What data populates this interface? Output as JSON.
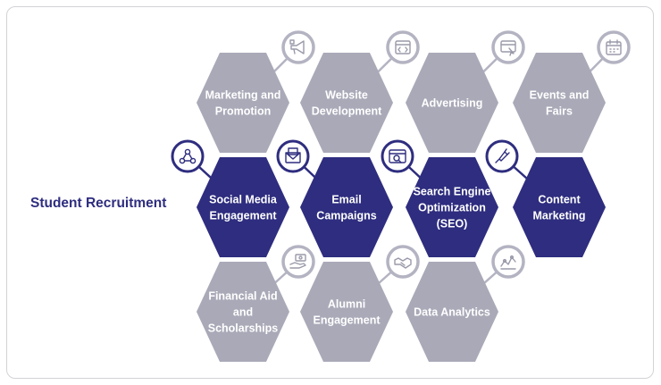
{
  "title": "Student Recruitment",
  "colors": {
    "primary": "#2e2d7f",
    "muted_hex": "#a9a9b8",
    "muted_stroke": "#b3b3c2",
    "label_light": "#ffffff",
    "connector_primary": "#2e2d7f",
    "connector_muted": "#b3b3c2"
  },
  "items": [
    {
      "id": "marketing-and-promotion",
      "lines": [
        "Marketing and",
        "Promotion"
      ],
      "style": "muted",
      "icon": "megaphone-icon",
      "icon_side": "top"
    },
    {
      "id": "website-development",
      "lines": [
        "Website",
        "Development"
      ],
      "style": "muted",
      "icon": "code-window-icon",
      "icon_side": "top"
    },
    {
      "id": "advertising",
      "lines": [
        "Advertising"
      ],
      "style": "muted",
      "icon": "ad-window-icon",
      "icon_side": "top"
    },
    {
      "id": "events-and-fairs",
      "lines": [
        "Events and",
        "Fairs"
      ],
      "style": "muted",
      "icon": "calendar-icon",
      "icon_side": "top"
    },
    {
      "id": "social-media-engagement",
      "lines": [
        "Social Media",
        "Engagement"
      ],
      "style": "primary",
      "icon": "social-network-icon",
      "icon_side": "top-left"
    },
    {
      "id": "email-campaigns",
      "lines": [
        "Email",
        "Campaigns"
      ],
      "style": "primary",
      "icon": "email-icon",
      "icon_side": "top-left"
    },
    {
      "id": "seo",
      "lines": [
        "Search Engine",
        "Optimization",
        "(SEO)"
      ],
      "style": "primary",
      "icon": "seo-browser-icon",
      "icon_side": "top-left"
    },
    {
      "id": "content-marketing",
      "lines": [
        "Content",
        "Marketing"
      ],
      "style": "primary",
      "icon": "pen-icon",
      "icon_side": "top-left"
    },
    {
      "id": "financial-aid-and-scholarships",
      "lines": [
        "Financial Aid",
        "and",
        "Scholarships"
      ],
      "style": "muted",
      "icon": "money-hand-icon",
      "icon_side": "top"
    },
    {
      "id": "alumni-engagement",
      "lines": [
        "Alumni",
        "Engagement"
      ],
      "style": "muted",
      "icon": "handshake-icon",
      "icon_side": "top"
    },
    {
      "id": "data-analytics",
      "lines": [
        "Data Analytics"
      ],
      "style": "muted",
      "icon": "analytics-chart-icon",
      "icon_side": "top"
    }
  ]
}
